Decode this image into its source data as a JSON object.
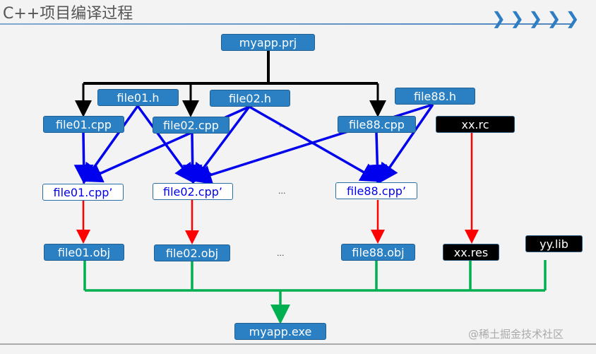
{
  "title": "C++项目编译过程",
  "watermark": "@稀土掘金技术社区",
  "decor": {
    "chevrons": "❯❯❯❯❯",
    "chevron_color": "#2f7ec4"
  },
  "nodes": {
    "prj": "myapp.prj",
    "h1": "file01.h",
    "h2": "file02.h",
    "h88": "file88.h",
    "cpp1": "file01.cpp",
    "cpp2": "file02.cpp",
    "cpp88": "file88.cpp",
    "rc": "xx.rc",
    "pre1": "file01.cpp’",
    "pre2": "file02.cpp’",
    "pre88": "file88.cpp’",
    "obj1": "file01.obj",
    "obj2": "file02.obj",
    "obj88": "file88.obj",
    "res": "xx.res",
    "lib": "yy.lib",
    "exe": "myapp.exe",
    "ellipsis": "..."
  },
  "colors": {
    "project": "#000000",
    "include": "#0000ee",
    "compile": "#ff0000",
    "link": "#00b050",
    "node": "#2a80c3"
  }
}
